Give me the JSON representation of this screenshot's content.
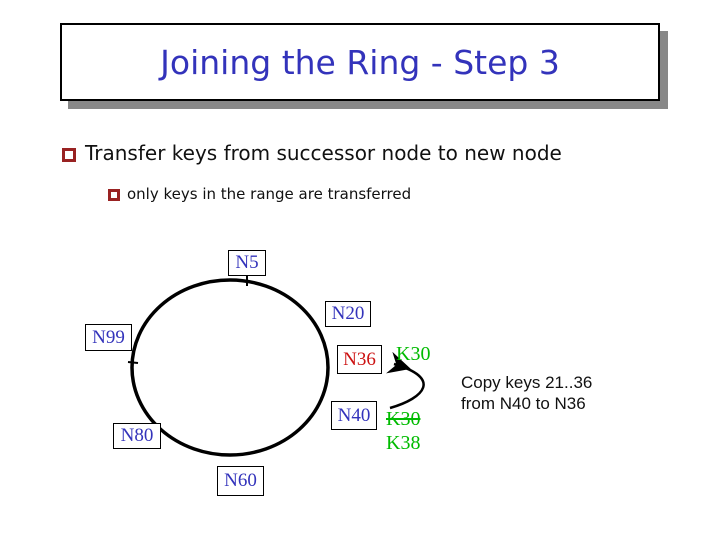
{
  "slide": {
    "title": "Joining the Ring - Step 3",
    "bullets": {
      "main": "Transfer keys from successor node to new node",
      "sub": "only keys in the range are transferred"
    }
  },
  "ring": {
    "nodes": {
      "n5": "N5",
      "n20": "N20",
      "n99": "N99",
      "n36": "N36",
      "n40": "N40",
      "n80": "N80",
      "n60": "N60"
    },
    "keys": {
      "copied_to_n36": "K30",
      "removed_from_n40": "K30",
      "remaining_at_n40": "K38"
    },
    "annotation": {
      "line1": "Copy keys 21..36",
      "line2": "from N40 to N36"
    }
  },
  "colors": {
    "title_blue": "#3333BB",
    "node_blue": "#3333BB",
    "node_highlight_red": "#CC1111",
    "key_green": "#00BB00",
    "bullet_marker_red": "#992222",
    "shadow_gray": "#888888",
    "ring_stroke": "#000000"
  }
}
